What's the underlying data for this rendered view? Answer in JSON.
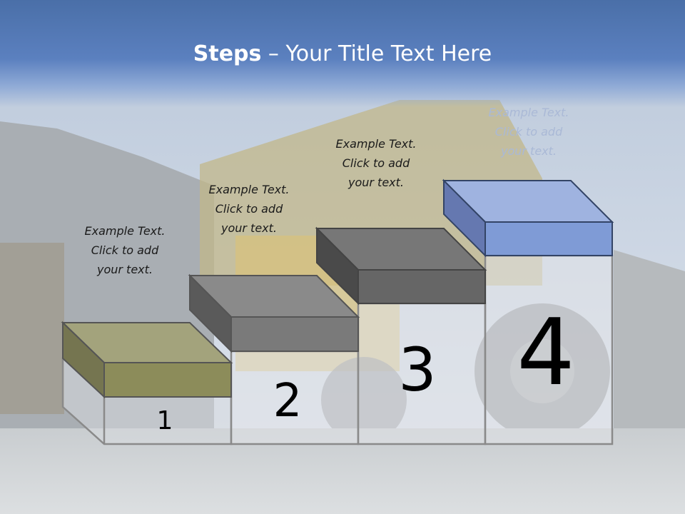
{
  "slide": {
    "title_bold": "Steps",
    "title_rest": " – Your Title Text Here"
  },
  "steps": [
    {
      "number": "1",
      "text": "Example Text.\nClick  to add\nyour text.",
      "color": "#8c8c5a"
    },
    {
      "number": "2",
      "text": "Example Text.\nClick  to add\nyour text.",
      "color": "#7a7a7a"
    },
    {
      "number": "3",
      "text": "Example Text.\nClick  to add\nyour text.",
      "color": "#666666"
    },
    {
      "number": "4",
      "text": "Example Text.\nClick  to add\nyour text.",
      "color": "#7f9bd6"
    }
  ]
}
